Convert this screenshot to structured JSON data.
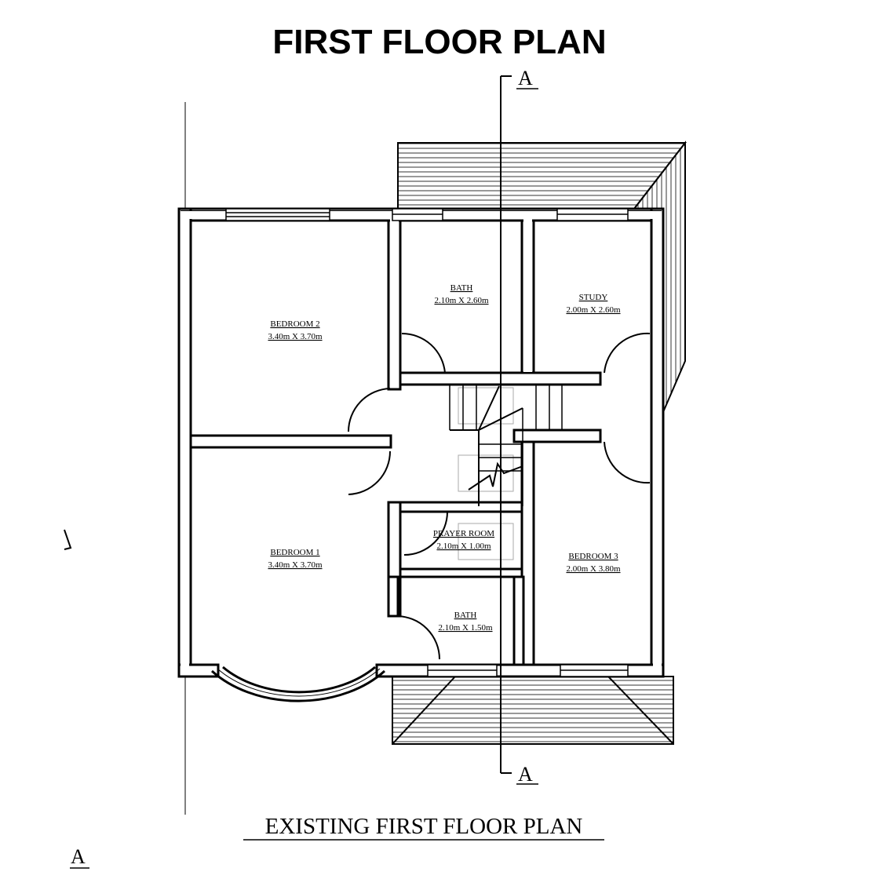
{
  "title": "FIRST FLOOR PLAN",
  "subtitle": "EXISTING FIRST FLOOR PLAN",
  "section_marker": "A",
  "rooms": [
    {
      "name": "BEDROOM 2",
      "size": "3.40m X 3.70m"
    },
    {
      "name": "BATH",
      "size": "2.10m X 2.60m"
    },
    {
      "name": "STUDY",
      "size": "2.00m X 2.60m"
    },
    {
      "name": "BEDROOM 1",
      "size": "3.40m X 3.70m"
    },
    {
      "name": "PRAYER ROOM",
      "size": "2.10m X 1.00m"
    },
    {
      "name": "BEDROOM 3",
      "size": "2.00m X 3.80m"
    },
    {
      "name": "BATH",
      "size": "2.10m X 1.50m"
    }
  ]
}
